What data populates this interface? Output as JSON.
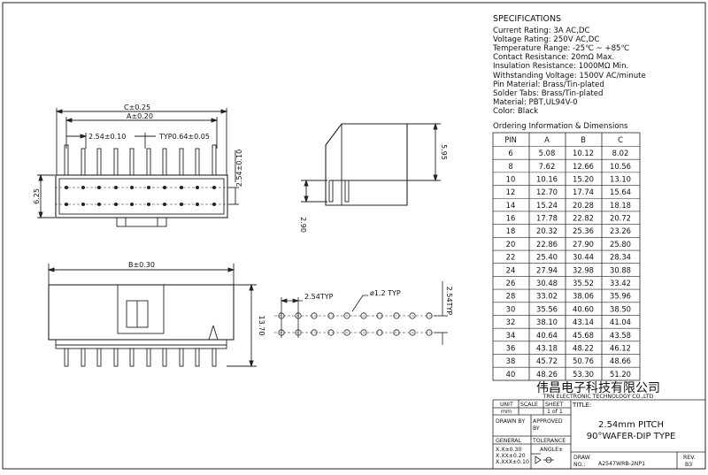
{
  "specifications": {
    "title": "SPECIFICATIONS",
    "lines": [
      "Current Rating: 3A AC,DC",
      "Voltage Rating: 250V AC,DC",
      "Temperature Range: -25℃ ~ +85℃",
      "Contact Resistance: 20mΩ Max.",
      "Insulation Resistance: 1000MΩ Min.",
      "Withstanding Voltage: 1500V AC/minute",
      "Pin Material: Brass/Tin-plated",
      "Solder Tabs: Brass/Tin-plated",
      "Material: PBT,UL94V-0",
      "Color: Black"
    ]
  },
  "ordering": {
    "title": "Ordering Information & Dimensions",
    "headers": [
      "PIN",
      "A",
      "B",
      "C"
    ],
    "rows": [
      [
        "6",
        "5.08",
        "10.12",
        "8.02"
      ],
      [
        "8",
        "7.62",
        "12.66",
        "10.56"
      ],
      [
        "10",
        "10.16",
        "15.20",
        "13.10"
      ],
      [
        "12",
        "12.70",
        "17.74",
        "15.64"
      ],
      [
        "14",
        "15.24",
        "20.28",
        "18.18"
      ],
      [
        "16",
        "17.78",
        "22.82",
        "20.72"
      ],
      [
        "18",
        "20.32",
        "25.36",
        "23.26"
      ],
      [
        "20",
        "22.86",
        "27.90",
        "25.80"
      ],
      [
        "22",
        "25.40",
        "30.44",
        "28.34"
      ],
      [
        "24",
        "27.94",
        "32.98",
        "30.88"
      ],
      [
        "26",
        "30.48",
        "35.52",
        "33.42"
      ],
      [
        "28",
        "33.02",
        "38.06",
        "35.96"
      ],
      [
        "30",
        "35.56",
        "40.60",
        "38.50"
      ],
      [
        "32",
        "38.10",
        "43.14",
        "41.04"
      ],
      [
        "34",
        "40.64",
        "45.68",
        "43.58"
      ],
      [
        "36",
        "43.18",
        "48.22",
        "46.12"
      ],
      [
        "38",
        "45.72",
        "50.76",
        "48.66"
      ],
      [
        "40",
        "48.26",
        "53.30",
        "51.20"
      ]
    ]
  },
  "title_block": {
    "company_cn": "伟昌电子科技有限公司",
    "company_en": "TRN ELECTRONIC TECHNOLOGY CO.,LTD",
    "unit_label": "UNIT",
    "unit_value": "mm",
    "scale_label": "SCALE",
    "sheet_label": "SHEET",
    "sheet_value": "1 of 1",
    "title_label": "TITLE:",
    "title_line1": "2.54mm PITCH",
    "title_line2": "90°WAFER-DIP TYPE",
    "drawn_by": "DRAWN BY",
    "approved_by_1": "APPROVED",
    "approved_by_2": "BY",
    "general": "GENERAL",
    "tolerance": "TOLERANCE",
    "angle": "ANGLE±",
    "tol_1": "X.X±0.30",
    "tol_2": "X.XX±0.20",
    "tol_3": "X.XXX±0.10",
    "draw_label": "DRAW",
    "no_label": "NO.:",
    "drawing_no": "A2547WRB-2NP1",
    "rev_label": "REV.",
    "rev_value": "B3"
  },
  "dimensions": {
    "c": "C±0.25",
    "a": "A±0.20",
    "pitch": "2.54±0.10",
    "typ_pin": "TYP0.64±0.05",
    "height_left": "6.25",
    "row_pitch": "2.54±0.10",
    "side_height": "5.95",
    "side_depth": "2.90",
    "b": "B±0.30",
    "front_height": "13.70",
    "pcb_pitch": "2.54TYP",
    "hole": "ø1.2 TYP",
    "pcb_row": "2.54TYP"
  }
}
